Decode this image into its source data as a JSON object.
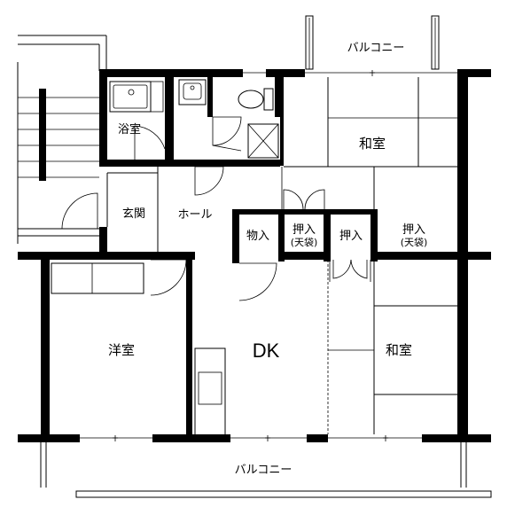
{
  "rooms": {
    "balcony_top": "バルコニー",
    "bath": "浴室",
    "entrance": "玄関",
    "hall": "ホール",
    "washitsu_upper": "和室",
    "storage": "物入",
    "oshiire_tenbukuro_1": "押入",
    "tenbukuro_1": "(天袋)",
    "oshiire": "押入",
    "oshiire_tenbukuro_2": "押入",
    "tenbukuro_2": "(天袋)",
    "youshitsu": "洋室",
    "dk": "DK",
    "washitsu_lower": "和室",
    "balcony_bottom": "バルコニー"
  },
  "colors": {
    "wall": "#000000",
    "background": "#ffffff"
  }
}
